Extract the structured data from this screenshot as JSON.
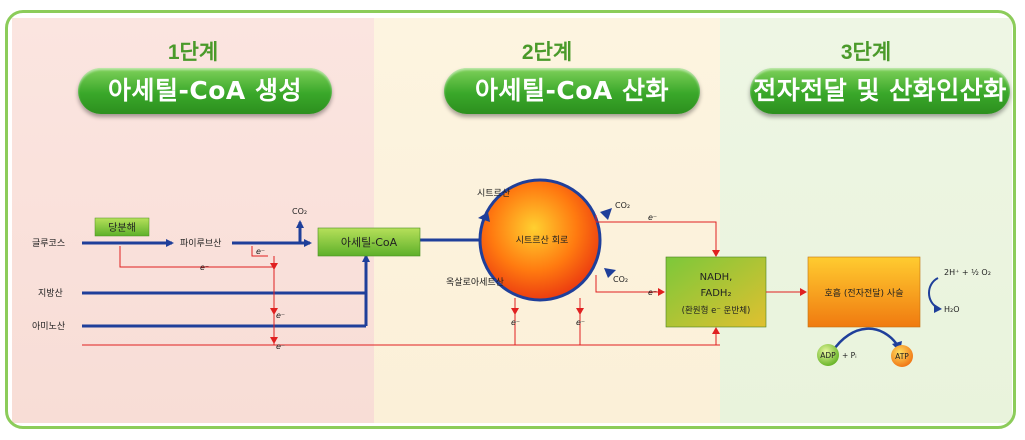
{
  "stages": [
    {
      "number": "1단계",
      "title": "아세틸-CoA 생성"
    },
    {
      "number": "2단계",
      "title": "아세틸-CoA 산화"
    },
    {
      "number": "3단계",
      "title": "전자전달 및 산화인산화"
    }
  ],
  "nodes": {
    "glycolysis": "당분해",
    "acetyl_coa": "아세틸-CoA",
    "citric_cycle": "시트르산 회로",
    "carrier_line1": "NADH,",
    "carrier_line2": "FADH₂",
    "carrier_line3": "(환원형  e⁻  운반체)",
    "respiration": "호흡 (전자전달) 사슬"
  },
  "labels": {
    "glucose": "글루코스",
    "pyruvate": "파이루브산",
    "fatty_acid": "지방산",
    "amino_acid": "아미노산",
    "citrate": "시트르산",
    "oxaloacetate": "옥살로아세트산",
    "co2": "CO₂",
    "electron": "e⁻",
    "h2o": "H₂O",
    "adp": "ADP",
    "pi": "+ Pᵢ",
    "atp": "ATP",
    "proton": "2H⁺ + ½ O₂"
  },
  "colors": {
    "flow_arrow": "#1f3f9a",
    "electron_arrow": "#e02020",
    "pill_green": "#3aa82a",
    "node_green": "#8ccc3a",
    "node_orange": "#f8a020"
  }
}
